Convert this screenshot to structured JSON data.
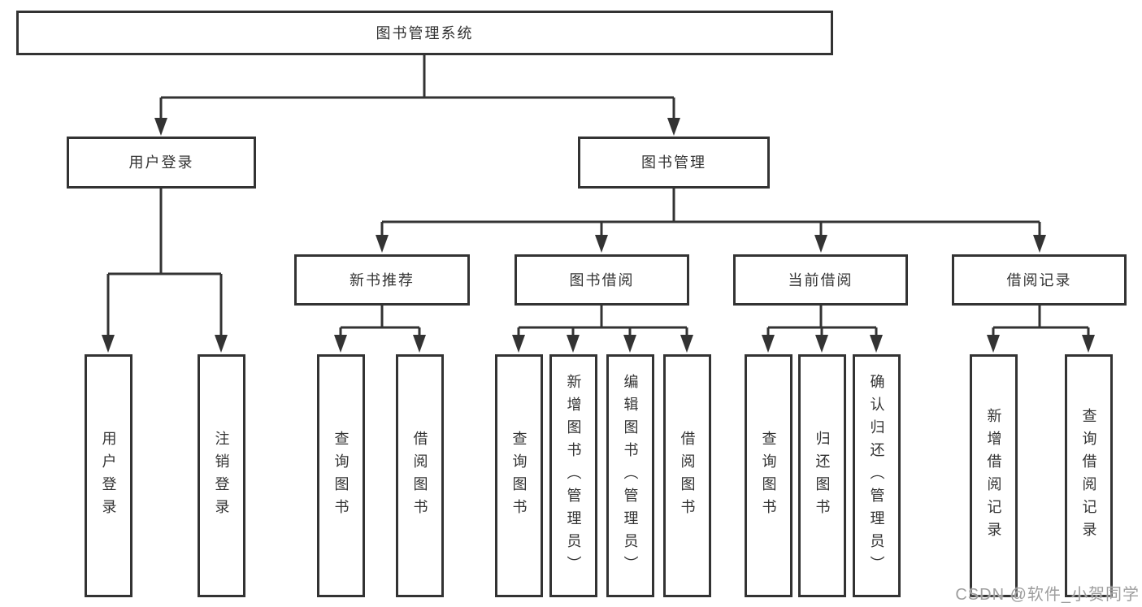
{
  "tree": {
    "root": {
      "label": "图书管理系统"
    },
    "level2": [
      {
        "label": "用户登录"
      },
      {
        "label": "图书管理"
      }
    ],
    "level3": [
      {
        "label": "新书推荐"
      },
      {
        "label": "图书借阅"
      },
      {
        "label": "当前借阅"
      },
      {
        "label": "借阅记录"
      }
    ],
    "leaves": {
      "user": [
        {
          "label": "用户登录"
        },
        {
          "label": "注销登录"
        }
      ],
      "recommend": [
        {
          "label": "查询图书"
        },
        {
          "label": "借阅图书"
        }
      ],
      "borrow": [
        {
          "label": "查询图书"
        },
        {
          "label": "新增图书（管理员）"
        },
        {
          "label": "编辑图书（管理员）"
        },
        {
          "label": "借阅图书"
        }
      ],
      "current": [
        {
          "label": "查询图书"
        },
        {
          "label": "归还图书"
        },
        {
          "label": "确认归还（管理员）"
        }
      ],
      "records": [
        {
          "label": "新增借阅记录"
        },
        {
          "label": "查询借阅记录"
        }
      ]
    }
  },
  "watermark": "CSDN @软件_小贺同学",
  "colors": {
    "line": "#333333",
    "box-border": "#333333",
    "box-fill": "#ffffff",
    "text": "#333333",
    "watermark": "#9e9e9e"
  }
}
